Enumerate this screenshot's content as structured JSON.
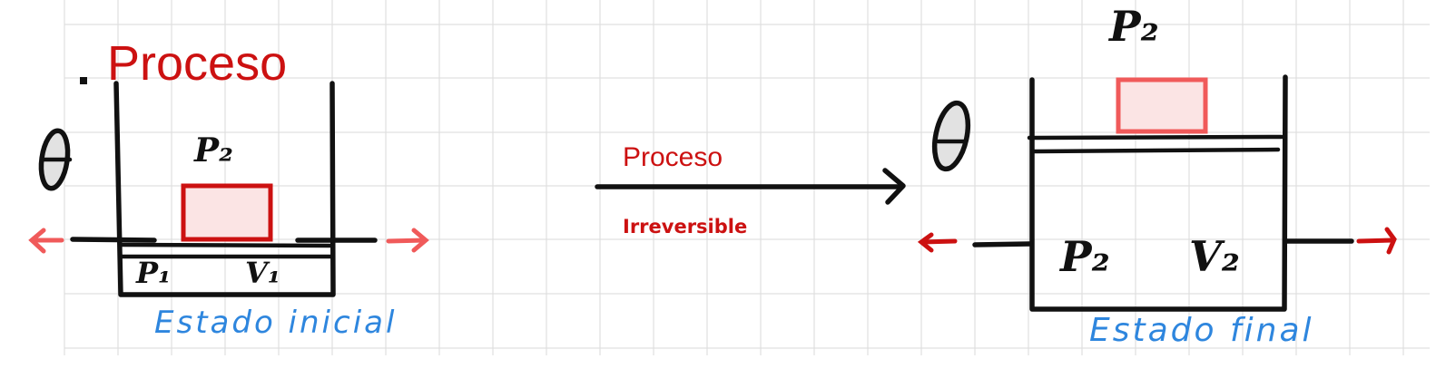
{
  "title": {
    "bullet": ".",
    "text": "Proceso"
  },
  "colors": {
    "title_red": "#cc1111",
    "mass_fill": "#fbe4e4",
    "mass_stroke_initial": "#cc1111",
    "mass_stroke_final": "#f05a5a",
    "arrow_light_red": "#f05a5a",
    "arrow_dark_red": "#cc1111",
    "ink": "#111111",
    "caption_blue": "#2e86de",
    "grid": "#e0e0e0"
  },
  "initial_state": {
    "theta_symbol": "θ",
    "mass_label": "P₂",
    "pressure_label": "P₁",
    "volume_label": "V₁",
    "caption": "Estado inicial",
    "left_arrow": "←",
    "right_arrow": "→"
  },
  "process_arrow": {
    "top_label": "Proceso",
    "bottom_label": "Irreversible"
  },
  "final_state": {
    "theta_symbol": "θ",
    "mass_label": "P₂",
    "pressure_label": "P₂",
    "volume_label": "V₂",
    "caption": "Estado final",
    "left_arrow": "←",
    "right_arrow": "→"
  }
}
